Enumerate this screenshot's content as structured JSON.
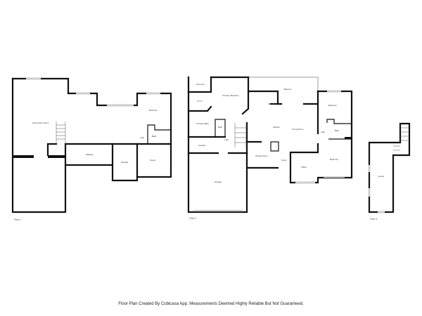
{
  "floors": [
    {
      "name": "Floor 1",
      "rooms": [
        "Recreation Room",
        "Bedroom",
        "Hallway",
        "Storage",
        "Guest",
        "Bath",
        "Hall"
      ]
    },
    {
      "name": "Floor 2",
      "rooms": [
        "Sunroom",
        "Primary Bedroom",
        "W.I.C",
        "Primary Bath",
        "Bath",
        "Laundry",
        "Hall",
        "Garage",
        "Balcony",
        "Breakfast",
        "Kitchen",
        "Living Room",
        "Bedroom",
        "Hall",
        "Bath",
        "Bedroom",
        "Office",
        "Dining Room",
        "Foyer"
      ]
    },
    {
      "name": "Floor 3",
      "rooms": [
        "Guest"
      ]
    }
  ],
  "footer": "Floor Plan Created By Cubicasa App. Measurements Deemed Highly Reliable But Not Guaranteed."
}
